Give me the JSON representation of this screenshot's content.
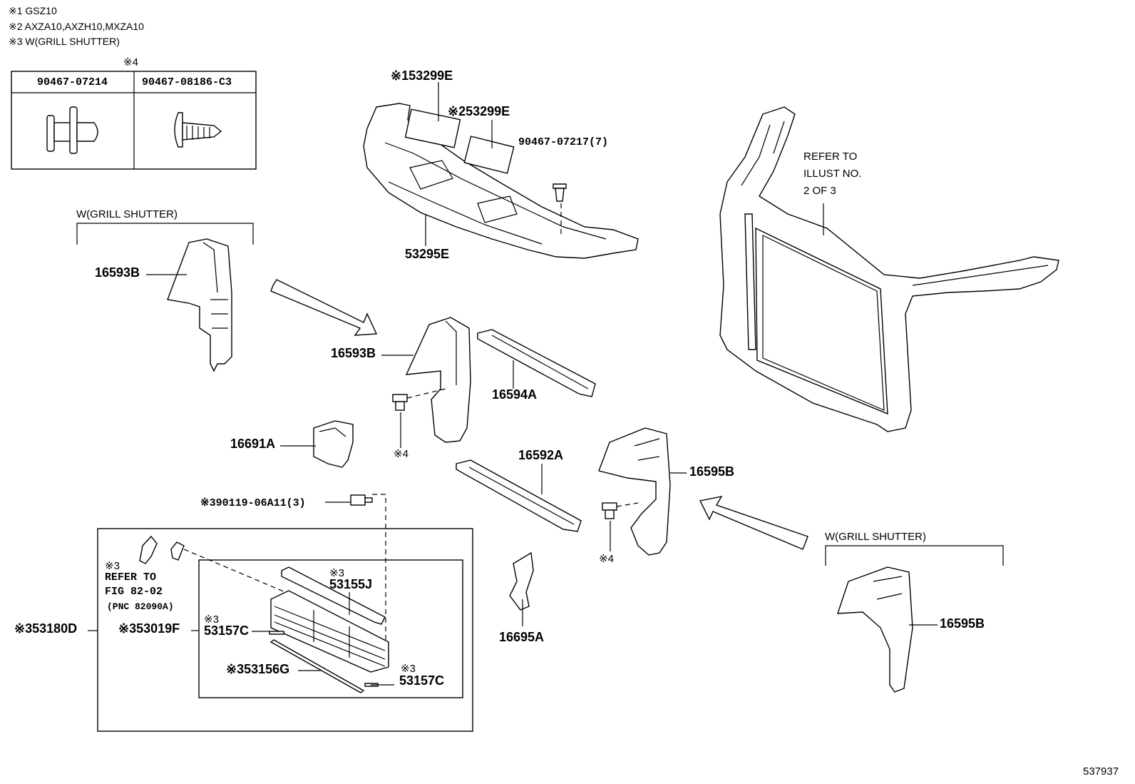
{
  "notes": {
    "n1": "※1 GSZ10",
    "n2": "※2 AXZA10,AXZH10,MXZA10",
    "n3": "※3 W(GRILL SHUTTER)"
  },
  "clip_table": {
    "mark": "※4",
    "col1": "90467-07214",
    "col2": "90467-08186-C3"
  },
  "labels": {
    "p53299e_1": "※153299E",
    "p53299e_2": "※253299E",
    "p90467_07217": "90467-07217(7)",
    "p53295e": "53295E",
    "refer_illust_l1": "REFER TO",
    "refer_illust_l2": "ILLUST NO.",
    "refer_illust_l3": "2 OF 3",
    "grill_left": "W(GRILL SHUTTER)",
    "p16593b_left": "16593B",
    "p16593b_center": "16593B",
    "p16594a": "16594A",
    "mark4_center": "※4",
    "p16691a": "16691A",
    "p16592a": "16592A",
    "p16595b_center": "16595B",
    "mark4_right": "※4",
    "p90119": "※390119-06A11(3)",
    "grill_right": "W(GRILL SHUTTER)",
    "p16595b_right": "16595B",
    "refer_fig_mark": "※3",
    "refer_fig_l1": "REFER TO",
    "refer_fig_l2": "FIG 82-02",
    "refer_fig_l3": "(PNC 82090A)",
    "m53155j": "※3",
    "p53155j": "53155J",
    "m53157c_1": "※3",
    "p53157c_1": "53157C",
    "p53180d": "※353180D",
    "p53019f": "※353019F",
    "p16695a": "16695A",
    "p53156g": "※353156G",
    "m53157c_2": "※3",
    "p53157c_2": "53157C"
  },
  "figure_id": "537937"
}
